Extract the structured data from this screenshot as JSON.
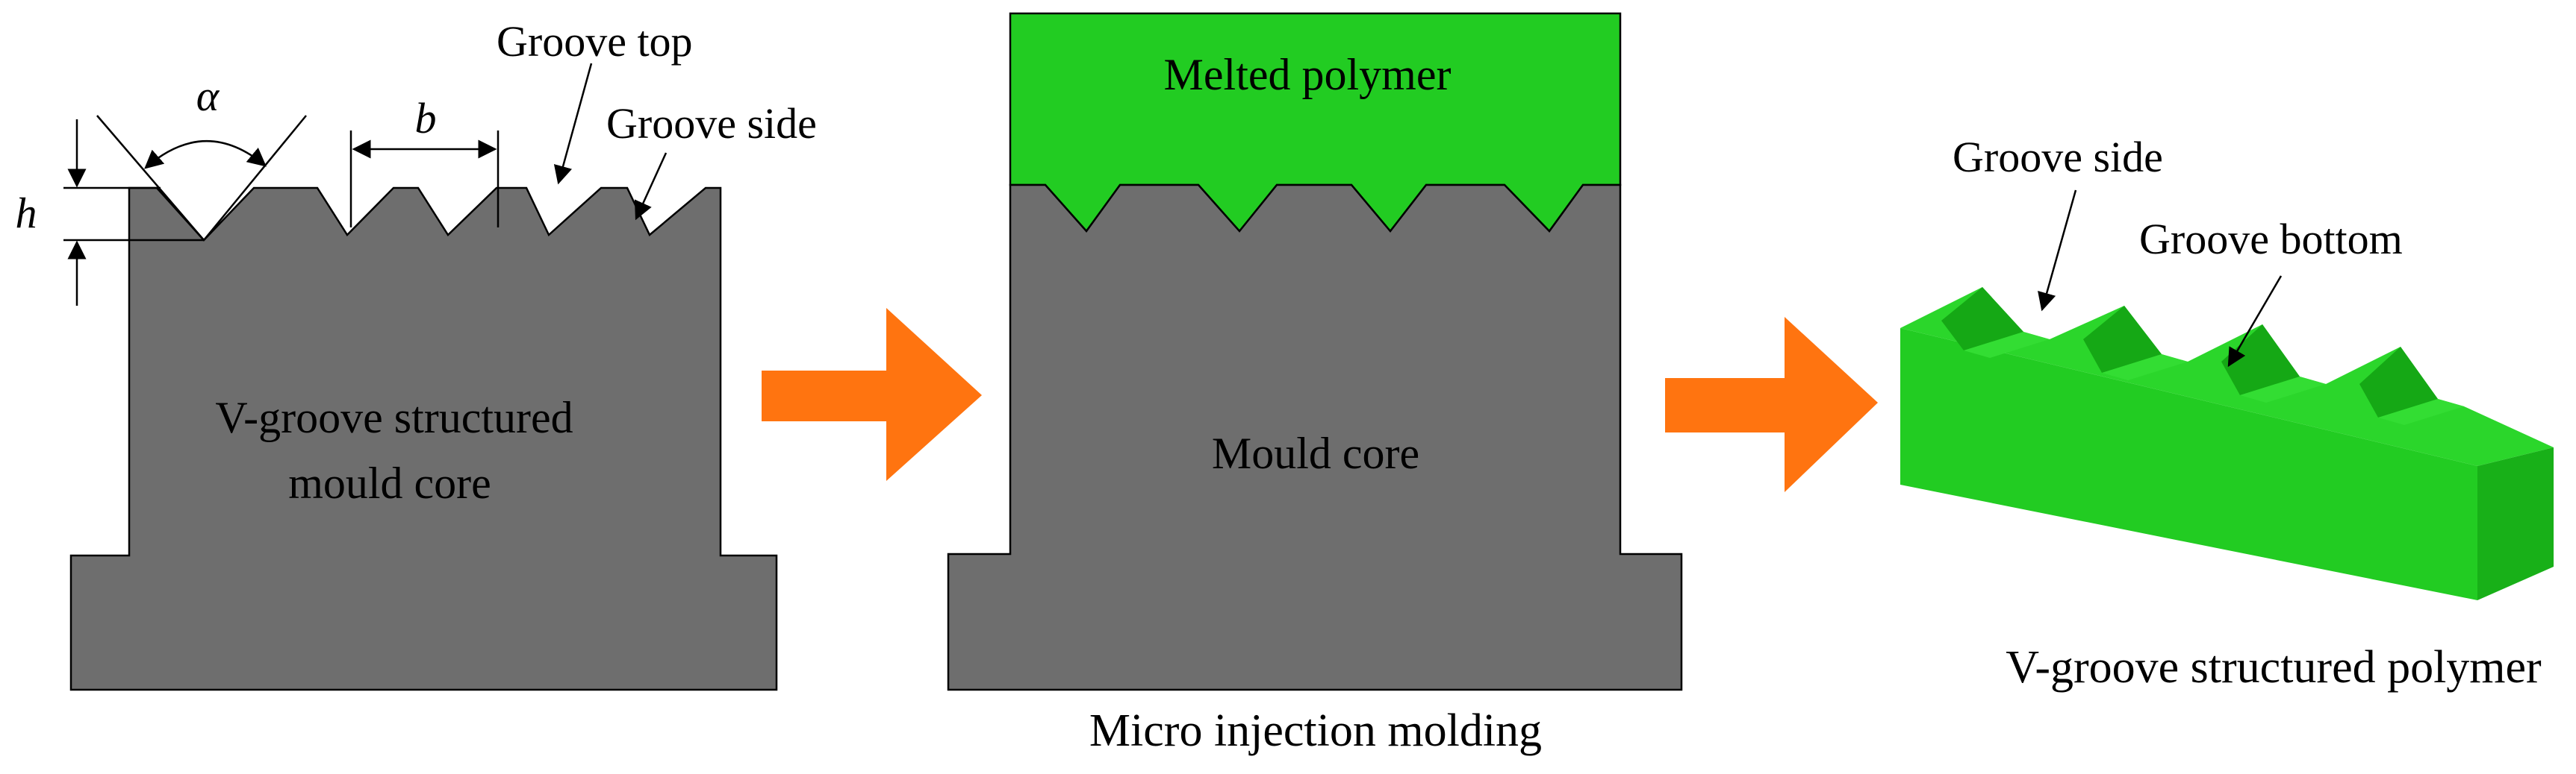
{
  "panel_left": {
    "labels": {
      "alpha": "α",
      "b": "b",
      "h": "h",
      "groove_top": "Groove top",
      "groove_side": "Groove side",
      "core_line1": "V-groove structured",
      "core_line2": "mould core"
    }
  },
  "panel_middle": {
    "labels": {
      "polymer": "Melted polymer",
      "core": "Mould core",
      "caption": "Micro injection molding"
    }
  },
  "panel_right": {
    "labels": {
      "groove_side": "Groove side",
      "groove_bottom": "Groove bottom",
      "caption": "V-groove structured polymer"
    }
  },
  "colors": {
    "mould_gray": "#6e6e6e",
    "polymer_green": "#22cc22",
    "polymer_green_dark": "#15a815",
    "polymer_green_light": "#33dd33",
    "arrow_orange": "#ff7410",
    "outline": "#000000"
  },
  "icons": {
    "process_arrow_1": "right-arrow",
    "process_arrow_2": "right-arrow"
  }
}
